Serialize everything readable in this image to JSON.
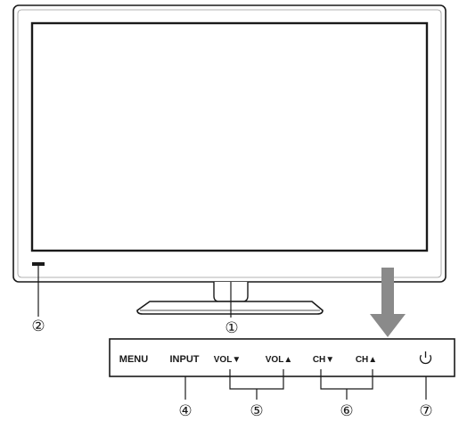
{
  "callouts": {
    "c1": "①",
    "c2": "②",
    "c4": "④",
    "c5": "⑤",
    "c6": "⑥",
    "c7": "⑦"
  },
  "buttons": {
    "menu": "MENU",
    "input": "INPUT",
    "vol_down": "VOL▼",
    "vol_up": "VOL▲",
    "ch_down": "CH▼",
    "ch_up": "CH▲",
    "power_icon": "power-icon"
  },
  "colors": {
    "line": "#1a1a1a",
    "arrow": "#8a8a8a"
  }
}
